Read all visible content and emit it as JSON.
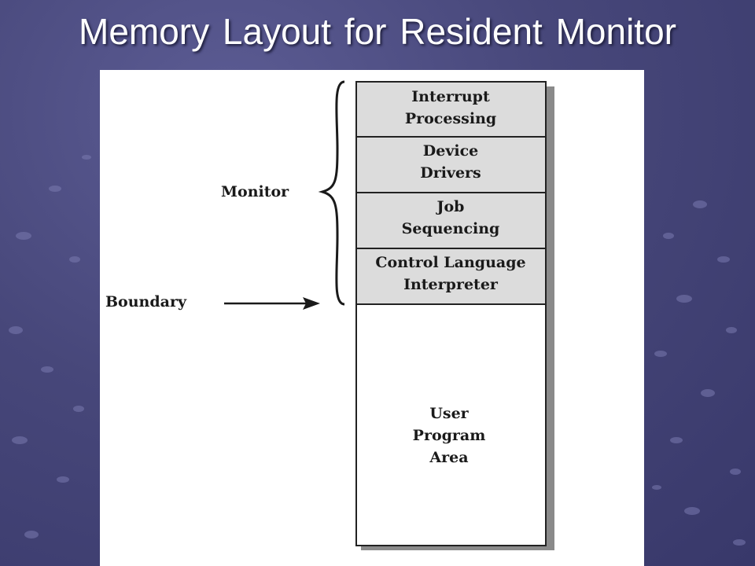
{
  "slide": {
    "title": "Memory Layout for Resident Monitor"
  },
  "diagram": {
    "blocks": [
      {
        "lines": [
          "Interrupt",
          "Processing"
        ]
      },
      {
        "lines": [
          "Device",
          "Drivers"
        ]
      },
      {
        "lines": [
          "Job",
          "Sequencing"
        ]
      },
      {
        "lines": [
          "Control Language",
          "Interpreter"
        ]
      },
      {
        "lines": [
          "User",
          "Program",
          "Area"
        ]
      }
    ],
    "monitor_label": "Monitor",
    "boundary_label": "Boundary"
  }
}
